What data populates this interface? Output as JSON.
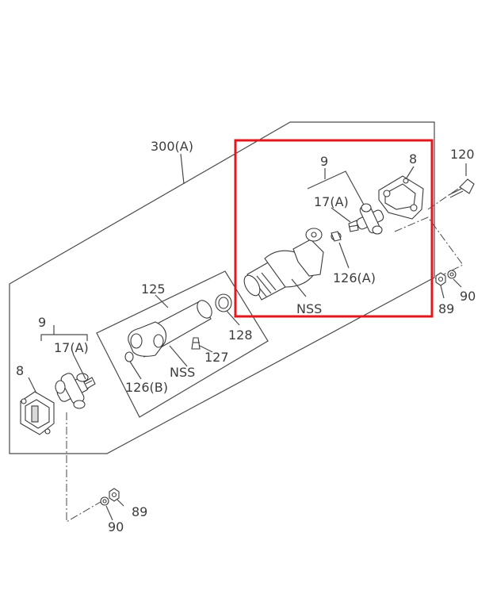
{
  "colors": {
    "highlight": "#e0191f",
    "line": "#4a4a4a",
    "background": "#ffffff"
  },
  "callouts": {
    "assembly": "300(A)",
    "yoke_flange_right": "8",
    "ujoint_kit_right": "9",
    "bolt": "120",
    "grease_fitting_right": "17(A)",
    "plug_right": "126(A)",
    "nss_right": "NSS",
    "nut_right": "89",
    "washer_right": "90",
    "tube": "125",
    "seal": "128",
    "tube_fitting": "127",
    "nss_tube": "NSS",
    "plug_left": "126(B)",
    "ujoint_kit_left": "9",
    "grease_fitting_left": "17(A)",
    "yoke_flange_left": "8",
    "nut_left": "89",
    "washer_left": "90"
  }
}
